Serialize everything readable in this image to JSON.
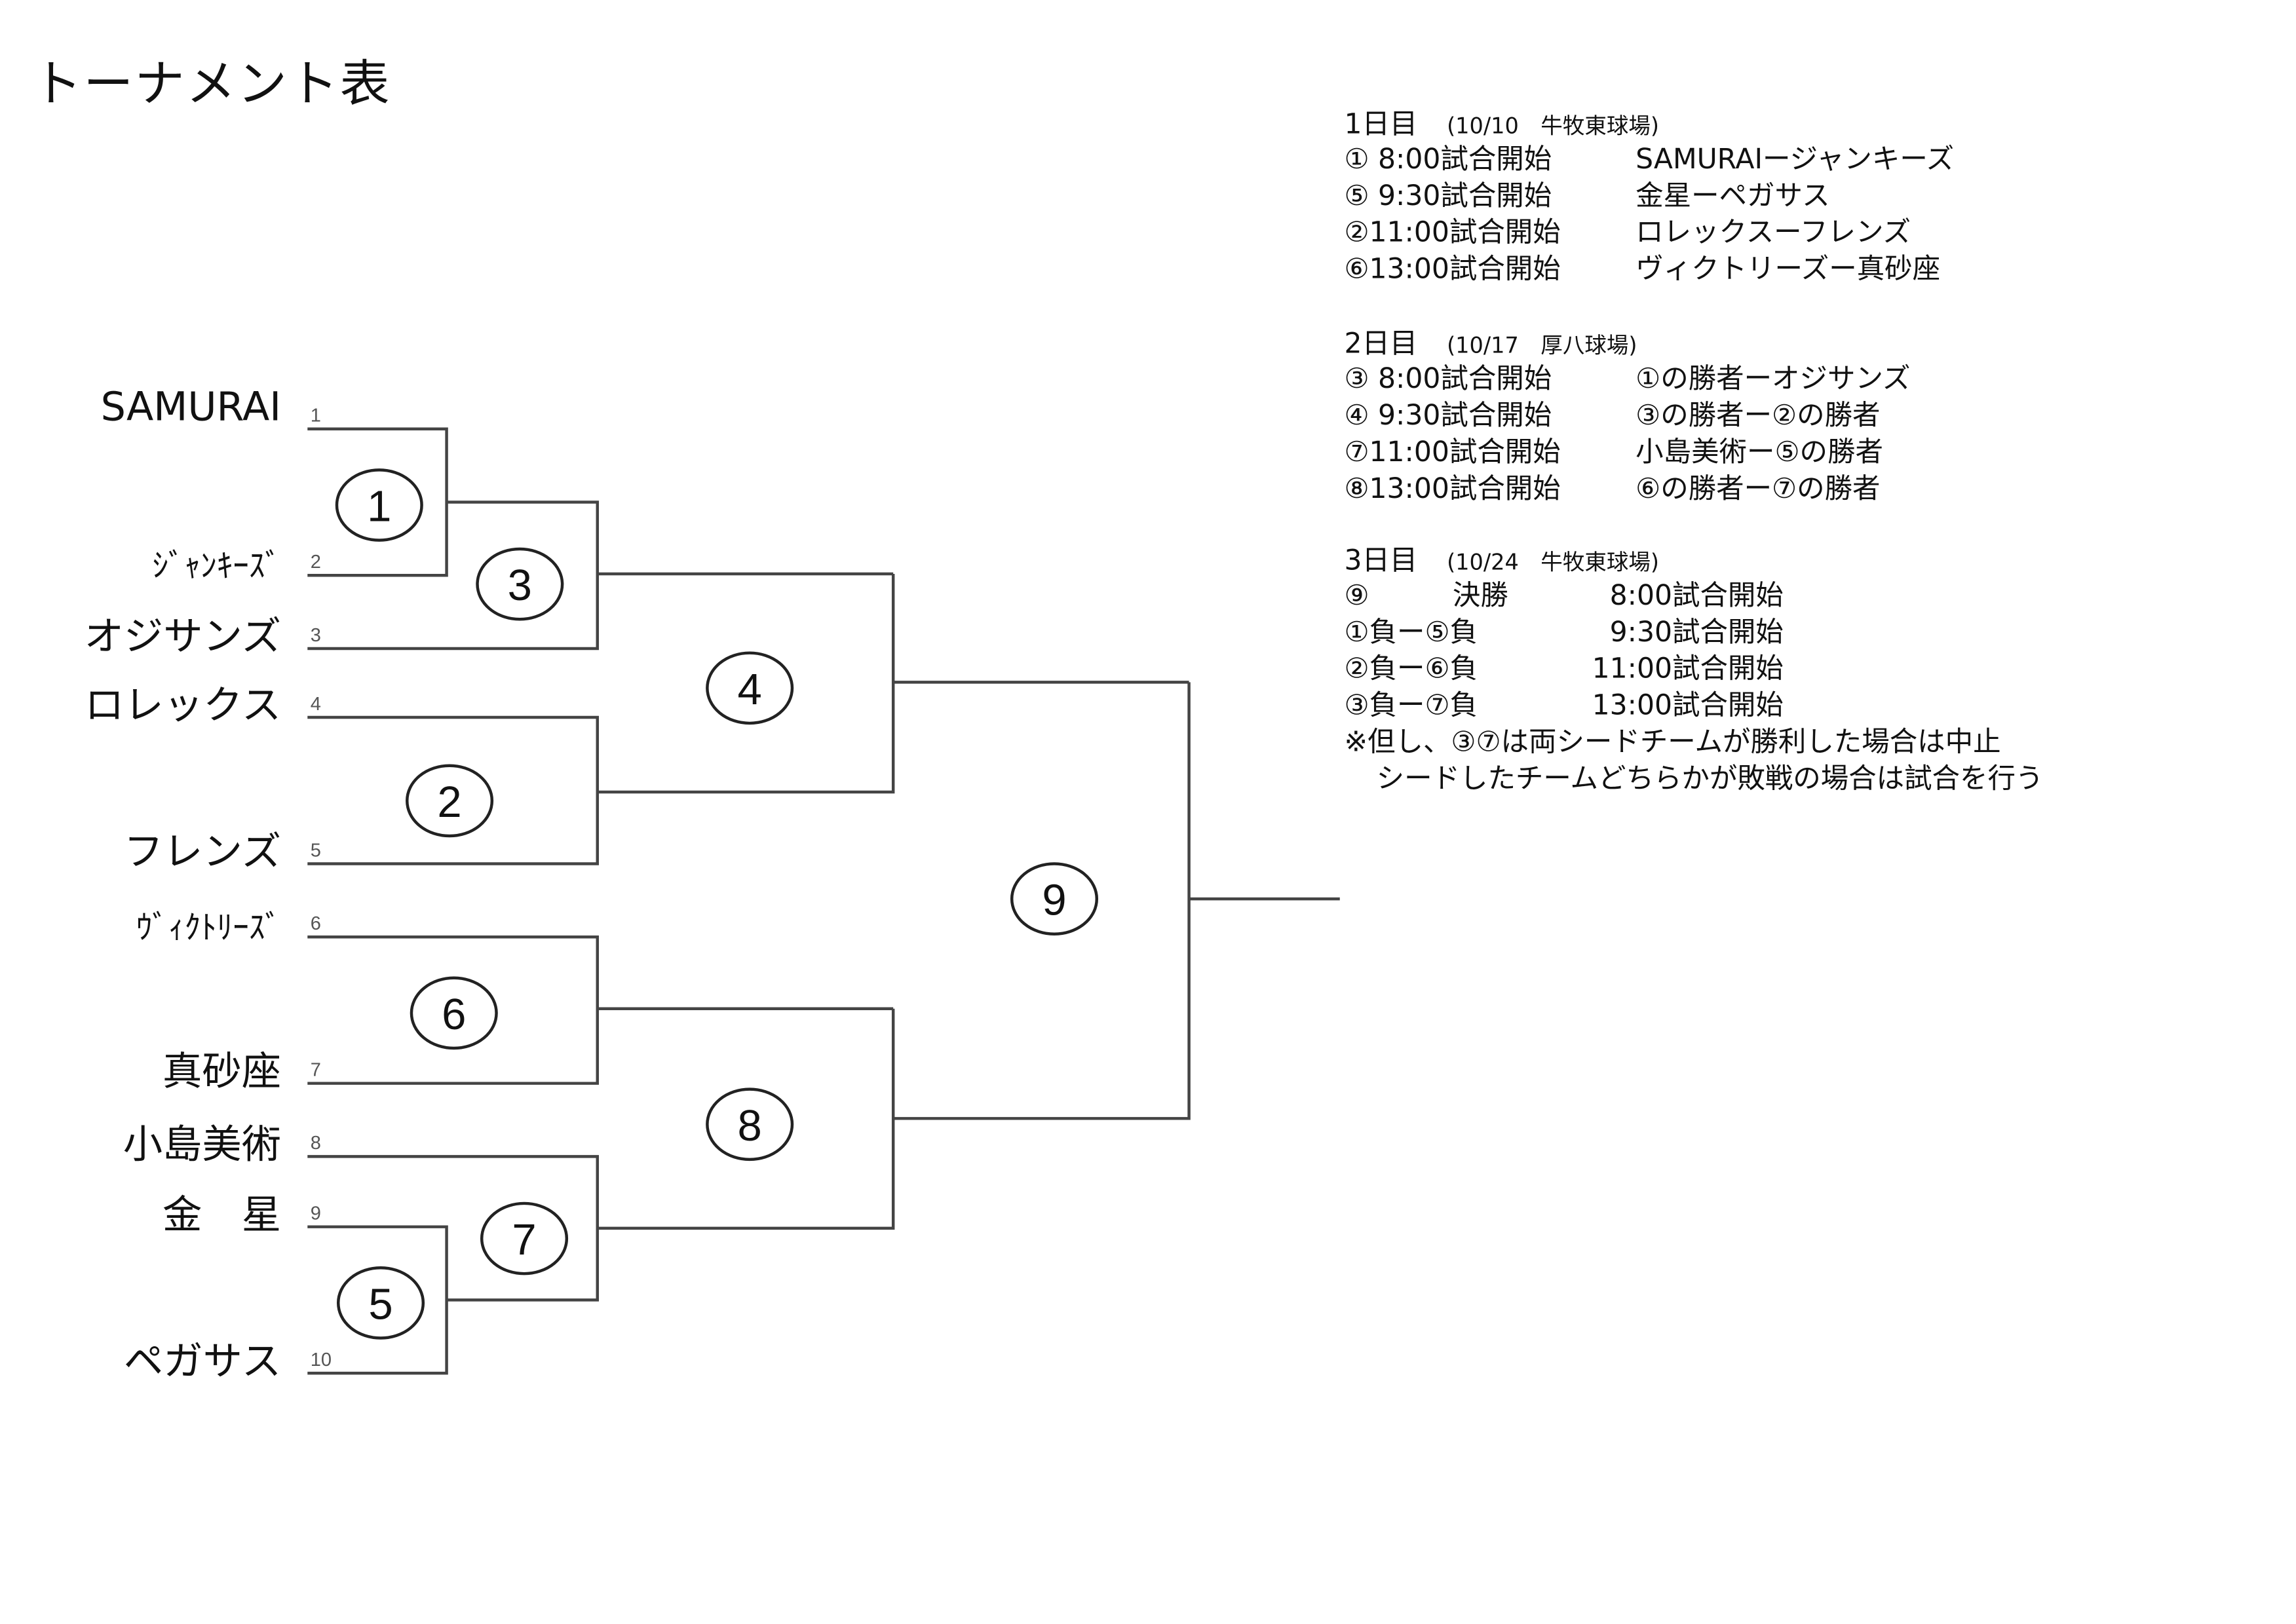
{
  "title": "トーナメント表",
  "teams": [
    {
      "slot": "1",
      "name": "SAMURAI"
    },
    {
      "slot": "2",
      "name": "ｼﾞｬﾝｷｰｽﾞ"
    },
    {
      "slot": "3",
      "name": "オジサンズ"
    },
    {
      "slot": "4",
      "name": "ロレックス"
    },
    {
      "slot": "5",
      "name": "フレンズ"
    },
    {
      "slot": "6",
      "name": "ｳﾞｨｸﾄﾘｰｽﾞ"
    },
    {
      "slot": "7",
      "name": "真砂座"
    },
    {
      "slot": "8",
      "name": "小島美術"
    },
    {
      "slot": "9",
      "name": "金　星"
    },
    {
      "slot": "10",
      "name": "ペガサス"
    }
  ],
  "matches": [
    "1",
    "3",
    "4",
    "2",
    "9",
    "6",
    "8",
    "7",
    "5"
  ],
  "schedule": {
    "day1": {
      "label": "1日目",
      "date": "(10/10　牛牧東球場)",
      "rows": [
        {
          "time": "① 8:00試合開始",
          "game": "SAMURAIージャンキーズ"
        },
        {
          "time": "⑤ 9:30試合開始",
          "game": "金星ーペガサス"
        },
        {
          "time": "②11:00試合開始",
          "game": "ロレックスーフレンズ"
        },
        {
          "time": "⑥13:00試合開始",
          "game": "ヴィクトリーズー真砂座"
        }
      ]
    },
    "day2": {
      "label": "2日目",
      "date": "(10/17　厚八球場)",
      "rows": [
        {
          "time": "③ 8:00試合開始",
          "game": "①の勝者ーオジサンズ"
        },
        {
          "time": "④ 9:30試合開始",
          "game": "③の勝者ー②の勝者"
        },
        {
          "time": "⑦11:00試合開始",
          "game": "小島美術ー⑤の勝者"
        },
        {
          "time": "⑧13:00試合開始",
          "game": "⑥の勝者ー⑦の勝者"
        }
      ]
    },
    "day3": {
      "label": "3日目",
      "date": "(10/24　牛牧東球場)",
      "rows": [
        {
          "game": "⑨　　　決勝",
          "time": "8:00試合開始"
        },
        {
          "game": "①負ー⑤負",
          "time": "9:30試合開始"
        },
        {
          "game": "②負ー⑥負",
          "time": "11:00試合開始"
        },
        {
          "game": "③負ー⑦負",
          "time": "13:00試合開始"
        }
      ],
      "note1": "※但し、③⑦は両シードチームが勝利した場合は中止",
      "note2": "シードしたチームどちらかが敗戦の場合は試合を行う"
    }
  }
}
